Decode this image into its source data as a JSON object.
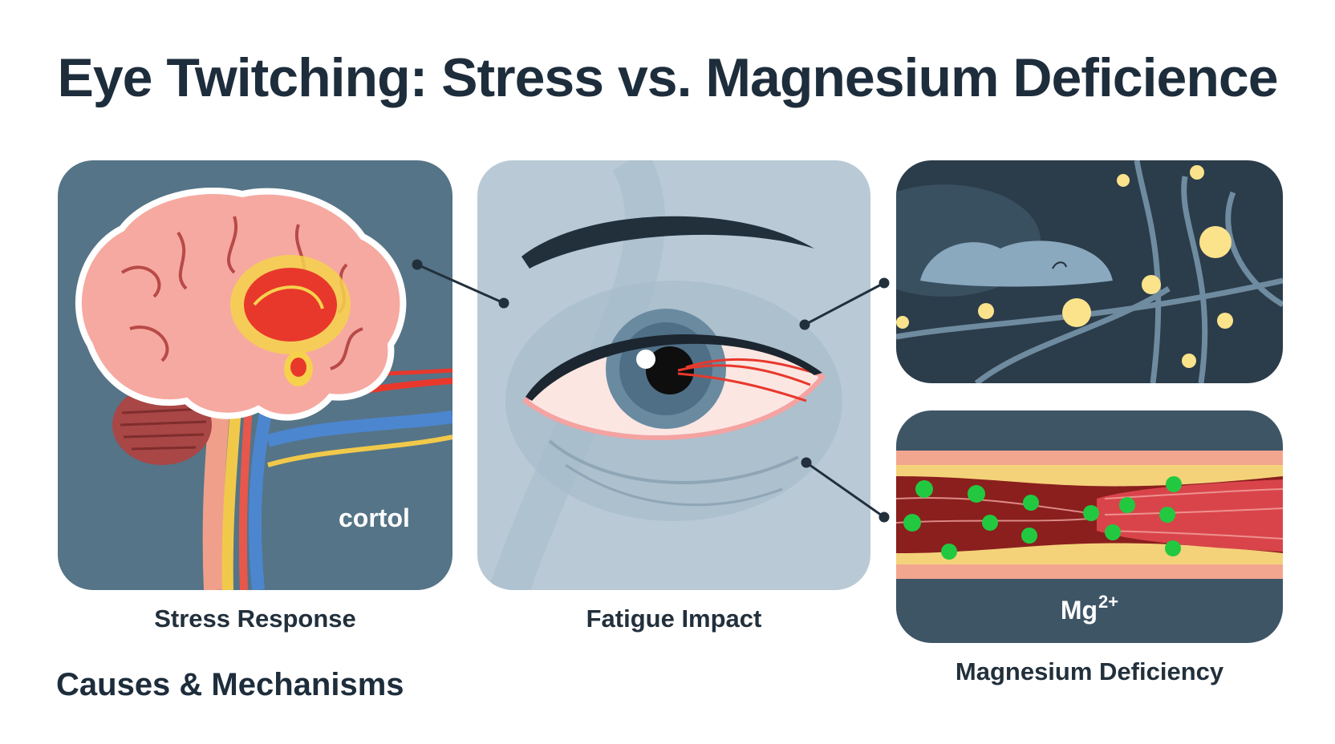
{
  "title": "Eye Twitching: Stress vs. Magnesium Deficience",
  "panels": {
    "stress": {
      "label": "cortol",
      "caption": "Stress Response"
    },
    "fatigue": {
      "caption": "Fatigue Impact"
    },
    "magnesium": {
      "label_base": "Mg",
      "label_sup": "2+",
      "caption": "Magnesium Deficiency"
    }
  },
  "section_heading": "Causes & Mechanisms",
  "colors": {
    "title": "#1e2d3c",
    "stress_bg": "#557487",
    "fatigue_bg": "#b9cad6",
    "sleep_bg": "#2b3c4a",
    "muscle_bg": "#3e5566",
    "brain": "#f6a9a0",
    "amygdala": "#e8382c",
    "mg_ions": "#22c940"
  }
}
